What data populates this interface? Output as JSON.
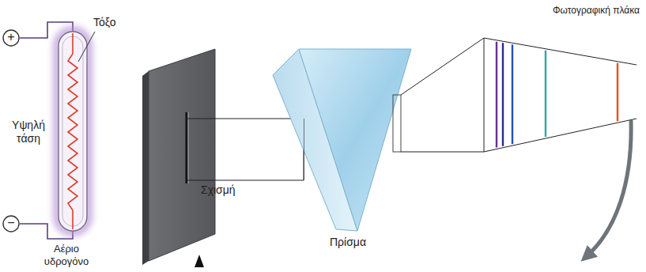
{
  "diagram": {
    "labels": [
      "+",
      "−",
      "Τόξο",
      "Υψηλή τάση",
      "Σχισμή",
      "Αέριο υδρογόνο",
      "Πρίσμα",
      "Φωτογραφική πλάκα"
    ]
  }
}
